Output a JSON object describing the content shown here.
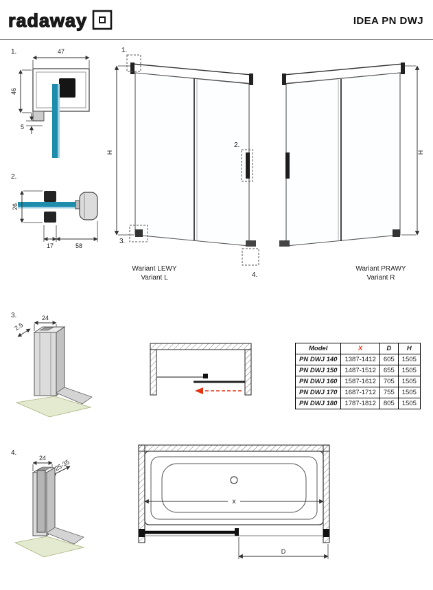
{
  "header": {
    "logo_text": "radaway",
    "title": "IDEA PN DWJ"
  },
  "colors": {
    "accent_red": "#e63312",
    "glass_teal": "#1e8cab",
    "glass_light": "#9fd2e2",
    "floor_green": "#e3ead0"
  },
  "detail1": {
    "label": "1.",
    "dim_width": "47",
    "dim_height": "46",
    "dim_gap": "5"
  },
  "detail2": {
    "label": "2.",
    "dim_clamp": "26",
    "dim_a": "17",
    "dim_b": "58"
  },
  "detail3": {
    "label": "3.",
    "dim_depth": "24",
    "dim_thickness": "2.5"
  },
  "detail4": {
    "label": "4.",
    "dim_depth": "24",
    "dim_range": "25-35"
  },
  "elevations": {
    "h_label": "H",
    "markers": {
      "m1": "1.",
      "m2": "2.",
      "m3": "3.",
      "m4": "4."
    },
    "left_caption_line1": "Wariant LEWY",
    "left_caption_line2": "Variant L",
    "right_caption_line1": "Wariant PRAWY",
    "right_caption_line2": "Variant R"
  },
  "table": {
    "headers": {
      "model": "Model",
      "x": "X",
      "d": "D",
      "h": "H"
    },
    "rows": [
      {
        "model": "PN DWJ 140",
        "x": "1387-1412",
        "d": "605",
        "h": "1505"
      },
      {
        "model": "PN DWJ 150",
        "x": "1487-1512",
        "d": "655",
        "h": "1505"
      },
      {
        "model": "PN DWJ 160",
        "x": "1587-1612",
        "d": "705",
        "h": "1505"
      },
      {
        "model": "PN DWJ 170",
        "x": "1687-1712",
        "d": "755",
        "h": "1505"
      },
      {
        "model": "PN DWJ 180",
        "x": "1787-1812",
        "d": "805",
        "h": "1505"
      }
    ]
  },
  "bathtub": {
    "x_label": "x",
    "d_label": "D"
  }
}
